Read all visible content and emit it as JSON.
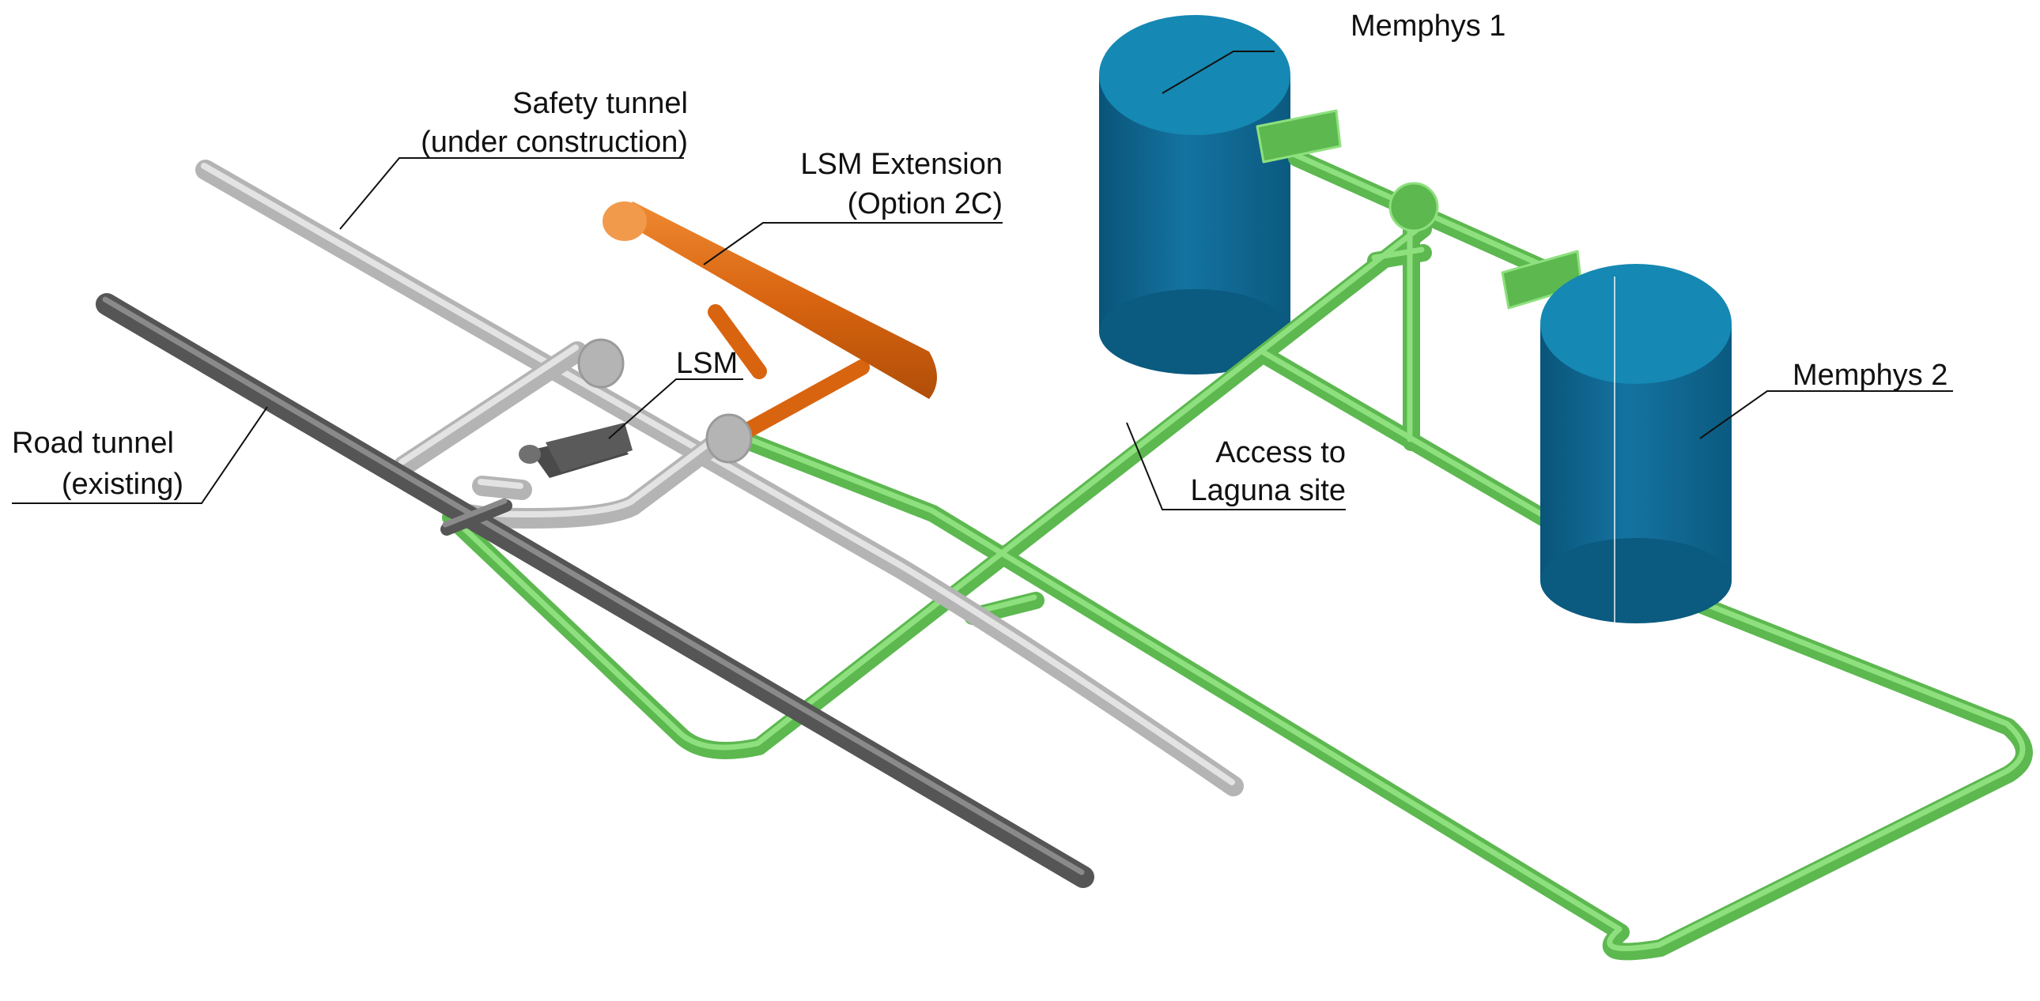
{
  "labels": {
    "memphys1": "Memphys 1",
    "memphys2": "Memphys 2",
    "safety_line1": "Safety tunnel",
    "safety_line2": "(under construction)",
    "lsm_ext_line1": "LSM Extension",
    "lsm_ext_line2": "(Option 2C)",
    "lsm": "LSM",
    "road_line1": "Road tunnel",
    "road_line2": "(existing)",
    "access_line1": "Access to",
    "access_line2": "Laguna site"
  },
  "colors": {
    "access_green": "#5cb84f",
    "access_green_light": "#8ee07e",
    "safety_gray": "#b4b4b4",
    "safety_gray_light": "#e3e3e3",
    "road_dark": "#555555",
    "road_dark_light": "#8a8a8a",
    "lsm_extension_orange": "#d86410",
    "lsm_extension_light": "#f29a4c",
    "memphys_blue": "#0f6691",
    "memphys_blue_top": "#1588b3",
    "lsm_block": "#555555"
  }
}
